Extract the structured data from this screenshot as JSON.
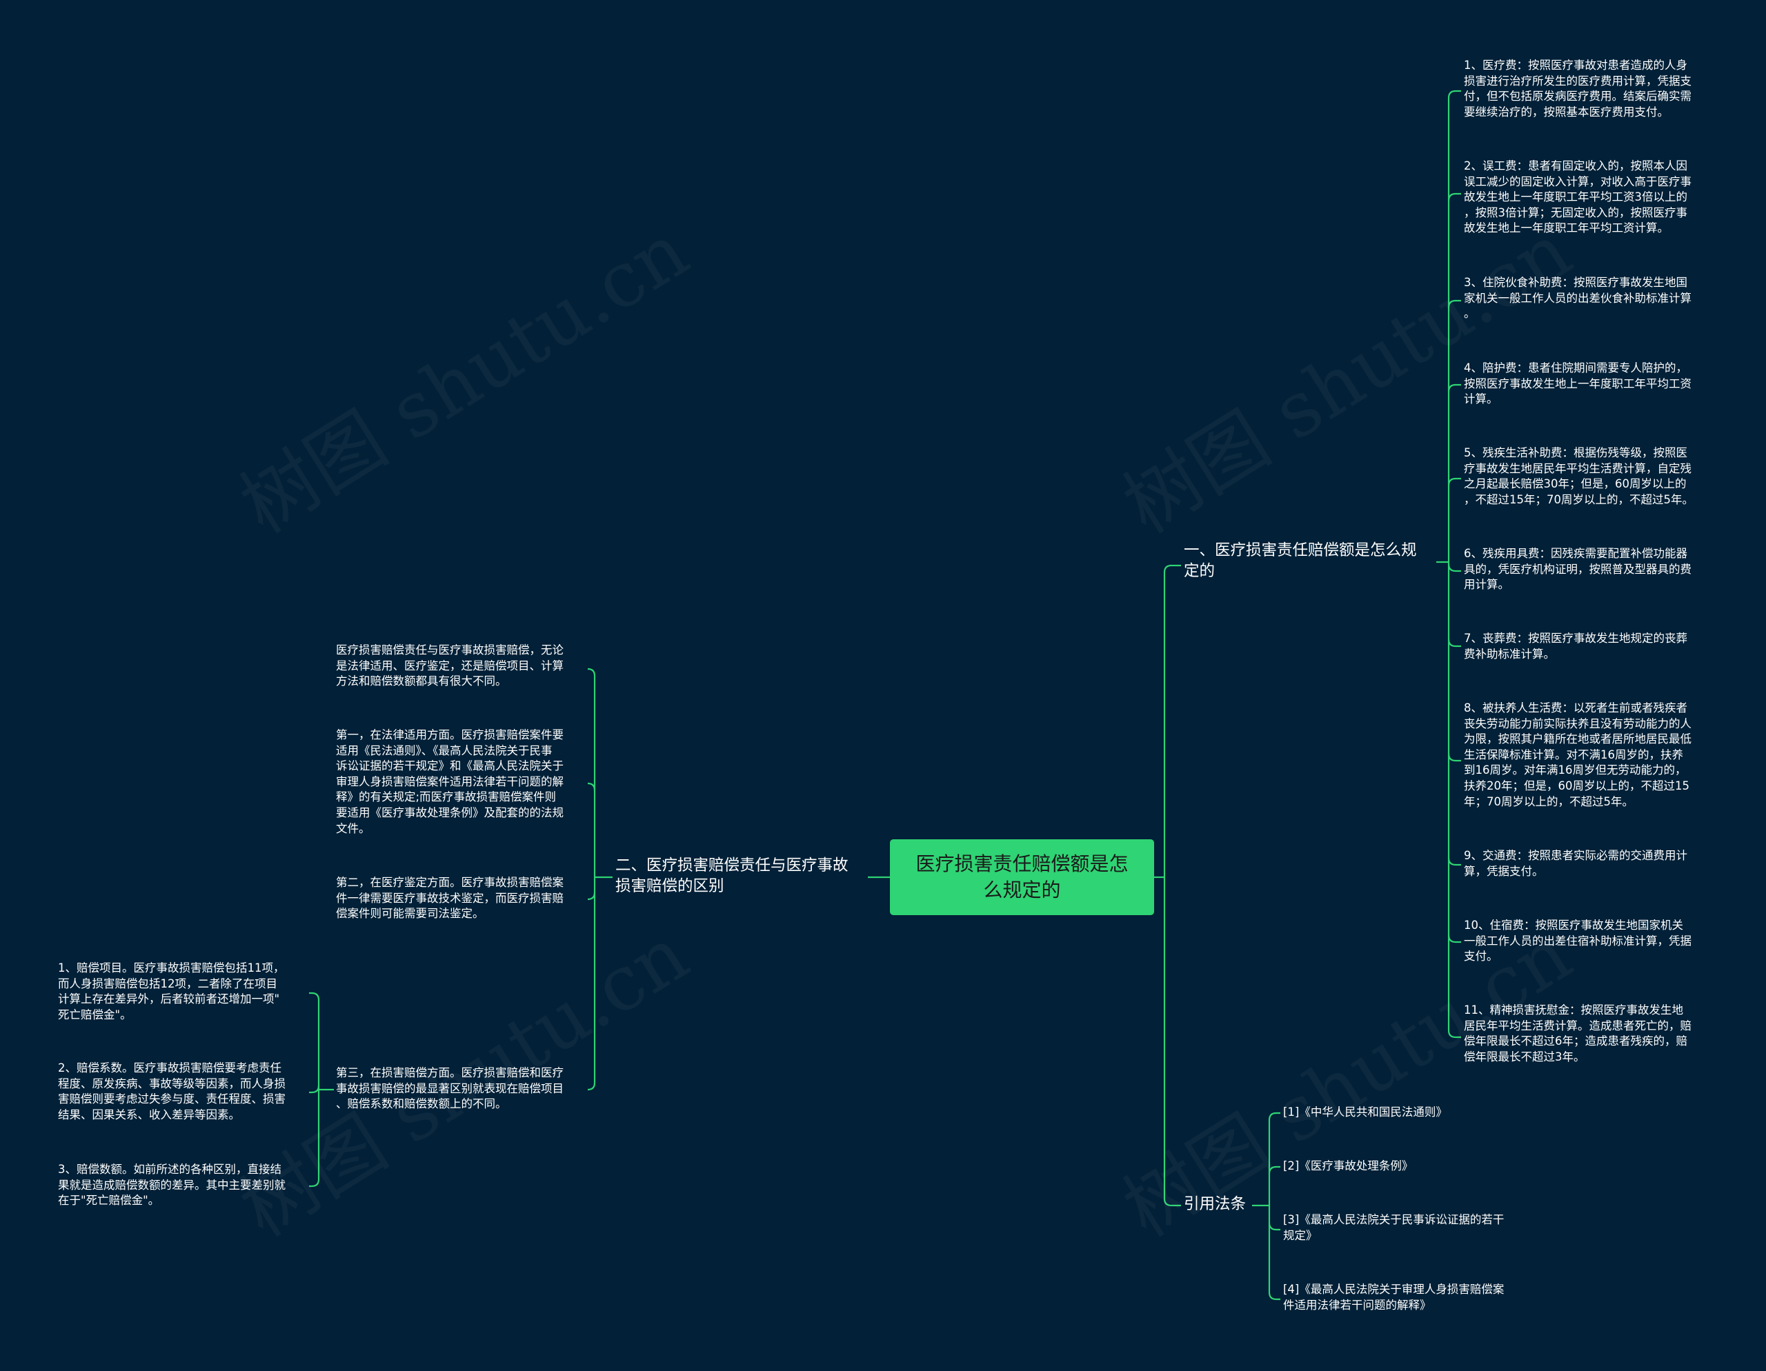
{
  "watermark": "树图 shutu.cn",
  "colors": {
    "background": "#022037",
    "root_fill": "#2fd474",
    "link": "#2fd474",
    "text": "#ffffff"
  },
  "root": {
    "label": "医疗损害责任赔偿额是怎\n么规定的"
  },
  "branch1": {
    "label": "一、医疗损害责任赔偿额是怎么规\n定的",
    "items": [
      "1、医疗费：按照医疗事故对患者造成的人身\n损害进行治疗所发生的医疗费用计算，凭据支\n付，但不包括原发病医疗费用。结案后确实需\n要继续治疗的，按照基本医疗费用支付。",
      "2、误工费：患者有固定收入的，按照本人因\n误工减少的固定收入计算，对收入高于医疗事\n故发生地上一年度职工年平均工资3倍以上的\n，按照3倍计算；无固定收入的，按照医疗事\n故发生地上一年度职工年平均工资计算。",
      "3、住院伙食补助费：按照医疗事故发生地国\n家机关一般工作人员的出差伙食补助标准计算\n。",
      "4、陪护费：患者住院期间需要专人陪护的，\n按照医疗事故发生地上一年度职工年平均工资\n计算。",
      "5、残疾生活补助费：根据伤残等级，按照医\n疗事故发生地居民年平均生活费计算，自定残\n之月起最长赔偿30年；但是，60周岁以上的\n，不超过15年；70周岁以上的，不超过5年。",
      "6、残疾用具费：因残疾需要配置补偿功能器\n具的，凭医疗机构证明，按照普及型器具的费\n用计算。",
      "7、丧葬费：按照医疗事故发生地规定的丧葬\n费补助标准计算。",
      "8、被扶养人生活费：以死者生前或者残疾者\n丧失劳动能力前实际扶养且没有劳动能力的人\n为限，按照其户籍所在地或者居所地居民最低\n生活保障标准计算。对不满16周岁的，扶养\n到16周岁。对年满16周岁但无劳动能力的，\n扶养20年；但是，60周岁以上的，不超过15\n年；70周岁以上的，不超过5年。",
      "9、交通费：按照患者实际必需的交通费用计\n算，凭据支付。",
      "10、住宿费：按照医疗事故发生地国家机关\n一般工作人员的出差住宿补助标准计算，凭据\n支付。",
      "11、精神损害抚慰金：按照医疗事故发生地\n居民年平均生活费计算。造成患者死亡的，赔\n偿年限最长不超过6年；造成患者残疾的，赔\n偿年限最长不超过3年。"
    ]
  },
  "branch2": {
    "label": "二、医疗损害赔偿责任与医疗事故\n损害赔偿的区别",
    "items": [
      "医疗损害赔偿责任与医疗事故损害赔偿，无论\n是法律适用、医疗鉴定，还是赔偿项目、计算\n方法和赔偿数额都具有很大不同。",
      "第一，在法律适用方面。医疗损害赔偿案件要\n适用《民法通则》、《最高人民法院关于民事\n诉讼证据的若干规定》和《最高人民法院关于\n审理人身损害赔偿案件适用法律若干问题的解\n释》的有关规定;而医疗事故损害赔偿案件则\n要适用《医疗事故处理条例》及配套的的法规\n文件。",
      "第二，在医疗鉴定方面。医疗事故损害赔偿案\n件一律需要医疗事故技术鉴定，而医疗损害赔\n偿案件则可能需要司法鉴定。",
      "第三，在损害赔偿方面。医疗损害赔偿和医疗\n事故损害赔偿的最显著区别就表现在赔偿项目\n、赔偿系数和赔偿数额上的不同。"
    ],
    "sub_items": [
      "1、赔偿项目。医疗事故损害赔偿包括11项，\n而人身损害赔偿包括12项，二者除了在项目\n计算上存在差异外，后者较前者还增加一项\"\n死亡赔偿金\"。",
      "2、赔偿系数。医疗事故损害赔偿要考虑责任\n程度、原发疾病、事故等级等因素，而人身损\n害赔偿则要考虑过失参与度、责任程度、损害\n结果、因果关系、收入差异等因素。",
      "3、赔偿数额。如前所述的各种区别，直接结\n果就是造成赔偿数额的差异。其中主要差别就\n在于\"死亡赔偿金\"。"
    ]
  },
  "branch3": {
    "label": "引用法条",
    "items": [
      "[1]《中华人民共和国民法通则》",
      "[2]《医疗事故处理条例》",
      "[3]《最高人民法院关于民事诉讼证据的若干\n规定》",
      "[4]《最高人民法院关于审理人身损害赔偿案\n件适用法律若干问题的解释》"
    ]
  }
}
